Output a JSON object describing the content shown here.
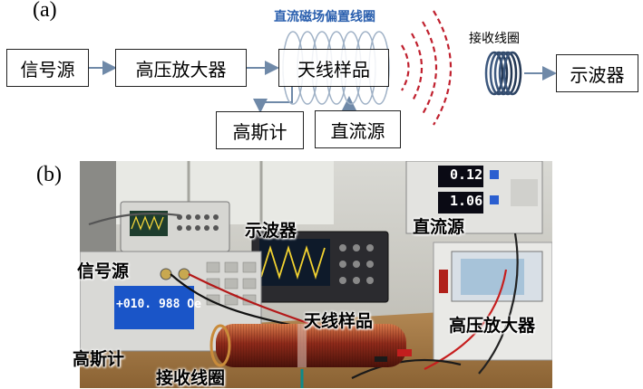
{
  "panel_a": {
    "label": "(a)",
    "blocks": {
      "signal_source": "信号源",
      "hv_amplifier": "高压放大器",
      "antenna_sample": "天线样品",
      "gaussmeter": "高斯计",
      "dc_source": "直流源",
      "oscilloscope": "示波器"
    },
    "coil_title": "直流磁场偏置线圈",
    "receive_coil_title": "接收线圈"
  },
  "panel_b": {
    "label": "(b)",
    "labels": {
      "oscilloscope": "示波器",
      "dc_source": "直流源",
      "signal_source": "信号源",
      "antenna_sample": "天线样品",
      "hv_amplifier": "高压放大器",
      "gaussmeter": "高斯计",
      "receive_coil": "接收线圈"
    },
    "gaussmeter_reading": "+010. 988 Oe",
    "psu_readings": [
      "0.12",
      "1.06"
    ]
  }
}
